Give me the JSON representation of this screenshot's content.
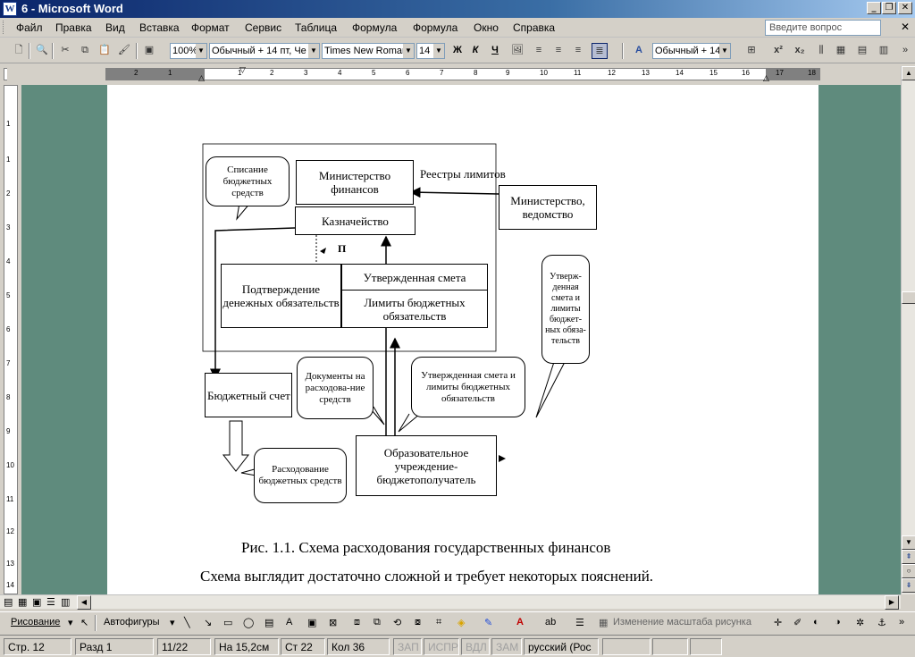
{
  "window": {
    "title": "6 - Microsoft Word",
    "app_icon": "W"
  },
  "menu": {
    "items": [
      "Файл",
      "Правка",
      "Вид",
      "Вставка",
      "Формат",
      "Сервис",
      "Таблица",
      "Формула",
      "Формула",
      "Окно",
      "Справка"
    ],
    "help_placeholder": "Введите вопрос"
  },
  "toolbar": {
    "zoom": "100%",
    "style": "Обычный + 14 пт, Че",
    "font": "Times New Roman",
    "size": "14",
    "bold": "Ж",
    "italic": "К",
    "underline": "Ч",
    "style2": "Обычный + 14"
  },
  "ruler": {
    "h_ticks": [
      "2",
      "1",
      "1",
      "2",
      "3",
      "4",
      "5",
      "6",
      "7",
      "8",
      "9",
      "10",
      "11",
      "12",
      "13",
      "14",
      "15",
      "16",
      "17",
      "18"
    ],
    "v_ticks": [
      "1",
      "1",
      "2",
      "3",
      "4",
      "5",
      "6",
      "7",
      "8",
      "9",
      "10",
      "11",
      "12",
      "13",
      "14"
    ]
  },
  "diagram": {
    "ministry_finance": "Министерство финансов",
    "registries": "Реестры лимитов",
    "ministry_dept": "Министерство, ведомство",
    "treasury": "Казначейство",
    "p_label": "П",
    "confirmation": "Подтверждение денежных обязательств",
    "approved_estimate": "Утвержденная смета",
    "limits": "Лимиты бюджетных обязательств",
    "budget_account": "Бюджетный счет",
    "institution": "Образовательное учреждение-бюджетополучатель",
    "callout_writeoff": "Списание бюджетных средств",
    "callout_documents": "Документы на расходова-ние средств",
    "callout_approved": "Утвержденная смета и лимиты бюджетных обязательств",
    "callout_right": "Утверж-денная смета и лимиты бюджет-ных обяза-тельств",
    "callout_spending": "Расходование бюджетных средств"
  },
  "document": {
    "caption": "Рис. 1.1. Схема расходования государственных финансов",
    "body": "Схема выглядит достаточно сложной и требует некоторых пояснений."
  },
  "drawing_toolbar": {
    "drawing": "Рисование",
    "autoshapes": "Автофигуры",
    "resize_picture": "Изменение масштаба рисунка"
  },
  "status": {
    "page": "Стр. 12",
    "section": "Разд 1",
    "pages": "11/22",
    "at": "На 15,2см",
    "line": "Ст 22",
    "col": "Кол 36",
    "rec": "ЗАП",
    "trk": "ИСПР",
    "ext": "ВДЛ",
    "ovr": "ЗАМ",
    "lang": "русский (Рос"
  }
}
